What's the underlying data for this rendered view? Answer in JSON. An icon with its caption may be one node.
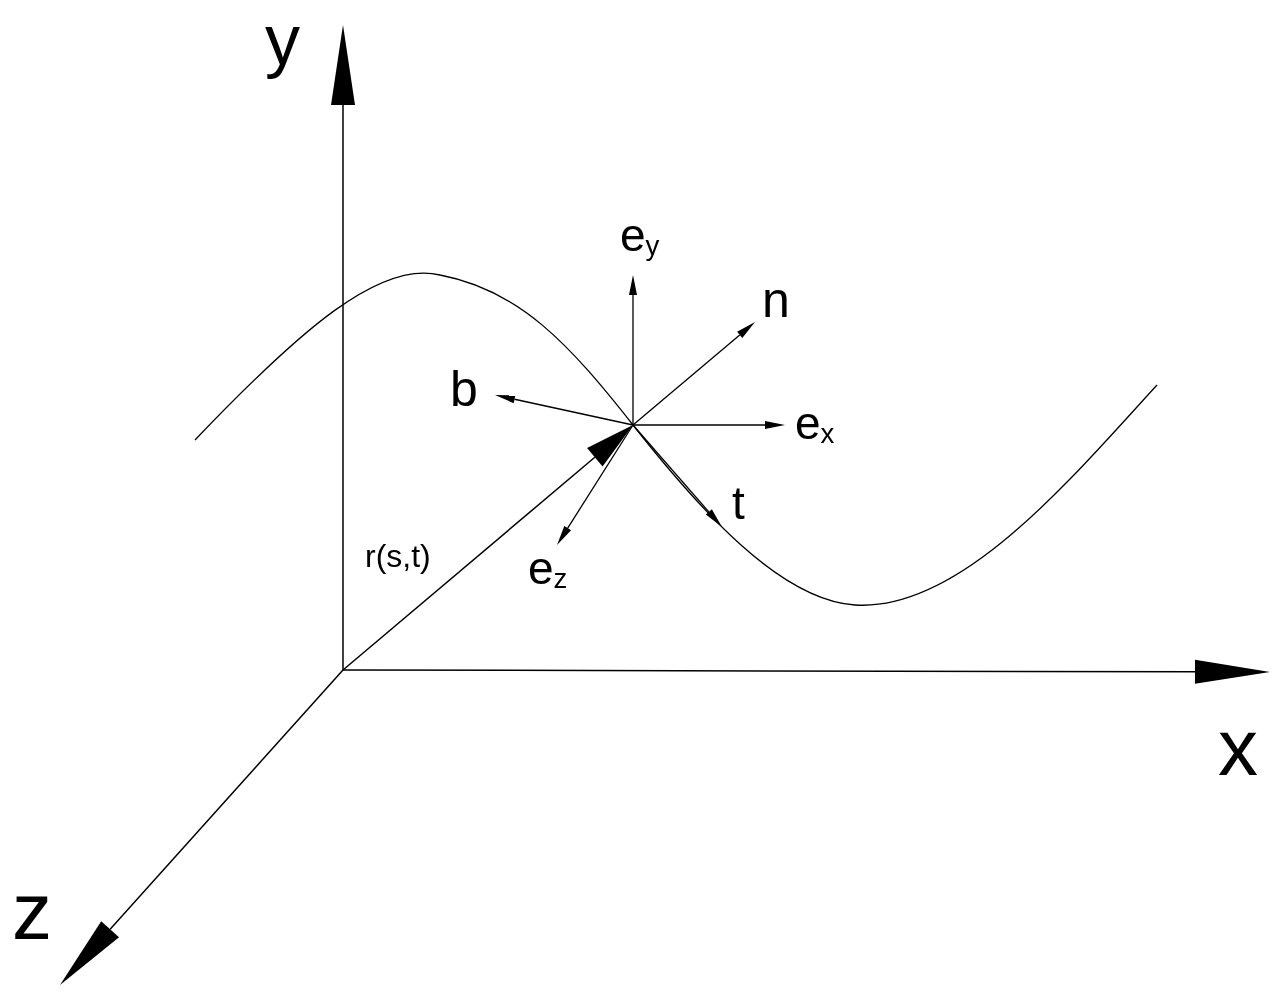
{
  "diagram": {
    "labels": [
      "y",
      "e$_{y}$",
      "n",
      "b",
      "e$_{x}$",
      "t",
      "r(s,t)",
      "e$_{z}$",
      "x",
      "z"
    ]
  }
}
